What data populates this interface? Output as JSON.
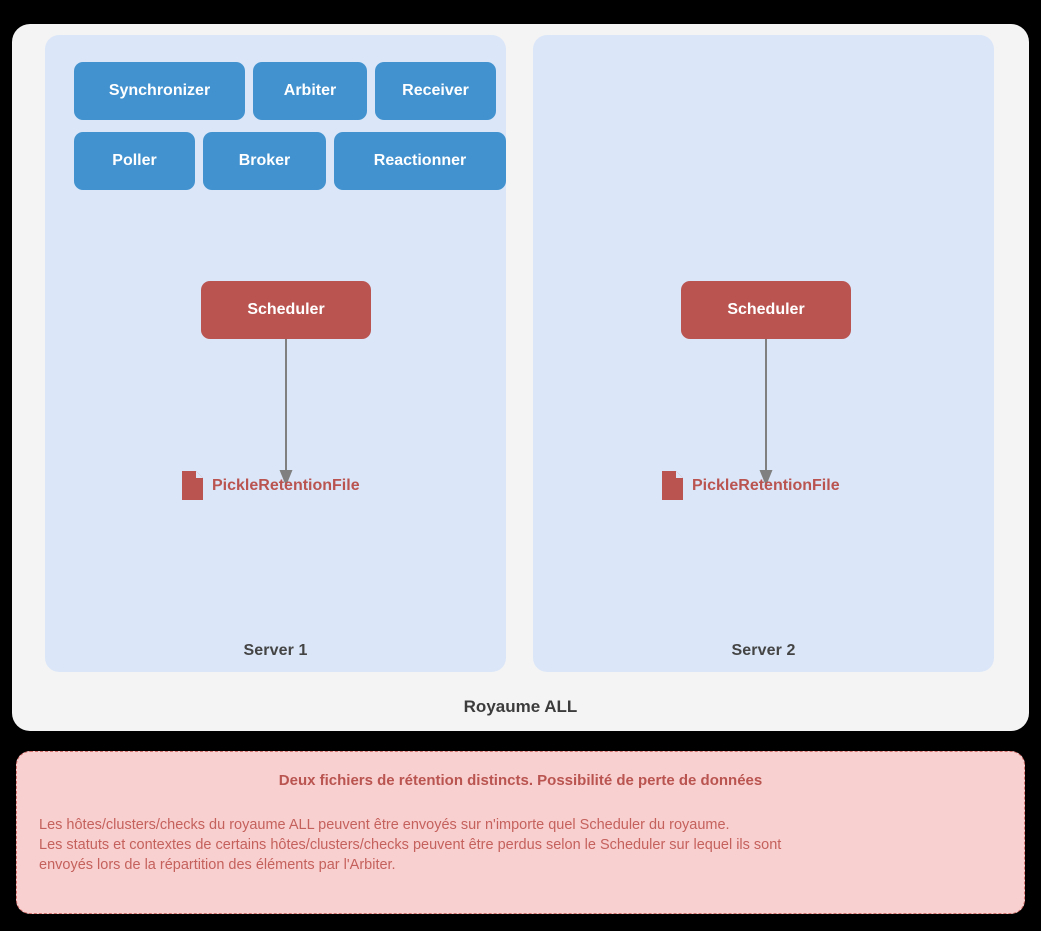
{
  "diagram": {
    "realm": {
      "label": "Royaume ALL",
      "colors": {
        "container_bg": "#f5f4f4",
        "server_bg": "#dbe7f8",
        "daemon_blue": "#4292cf",
        "scheduler_red": "#ba5450",
        "file_red": "#b95450",
        "arrow_gray": "#808080",
        "warning_bg": "#f8d0cf",
        "warning_border": "#d4706c"
      }
    },
    "servers": [
      {
        "label": "Server 1",
        "daemon_rows": [
          [
            {
              "label": "Synchronizer",
              "icon": "daemon-chip"
            },
            {
              "label": "Arbiter",
              "icon": "daemon-chip"
            },
            {
              "label": "Receiver",
              "icon": "daemon-chip"
            }
          ],
          [
            {
              "label": "Poller",
              "icon": "daemon-chip"
            },
            {
              "label": "Broker",
              "icon": "daemon-chip"
            },
            {
              "label": "Reactionner",
              "icon": "daemon-chip"
            }
          ]
        ],
        "scheduler": {
          "label": "Scheduler"
        },
        "retention": {
          "label": "PickleRetentionFile",
          "icon": "file-icon"
        },
        "arrow": {
          "icon": "down-arrow-icon"
        }
      },
      {
        "label": "Server 2",
        "daemon_rows": [],
        "scheduler": {
          "label": "Scheduler"
        },
        "retention": {
          "label": "PickleRetentionFile",
          "icon": "file-icon"
        },
        "arrow": {
          "icon": "down-arrow-icon"
        }
      }
    ],
    "warning": {
      "title": "Deux fichiers de rétention distincts. Possibilité de perte de données",
      "lines": [
        "Les hôtes/clusters/checks du royaume ALL peuvent être envoyés sur n'importe quel Scheduler du royaume.",
        "Les statuts et contextes de certains hôtes/clusters/checks peuvent être perdus selon le Scheduler sur lequel ils sont\nenvoyés lors de la répartition des éléments par l'Arbiter."
      ]
    }
  }
}
